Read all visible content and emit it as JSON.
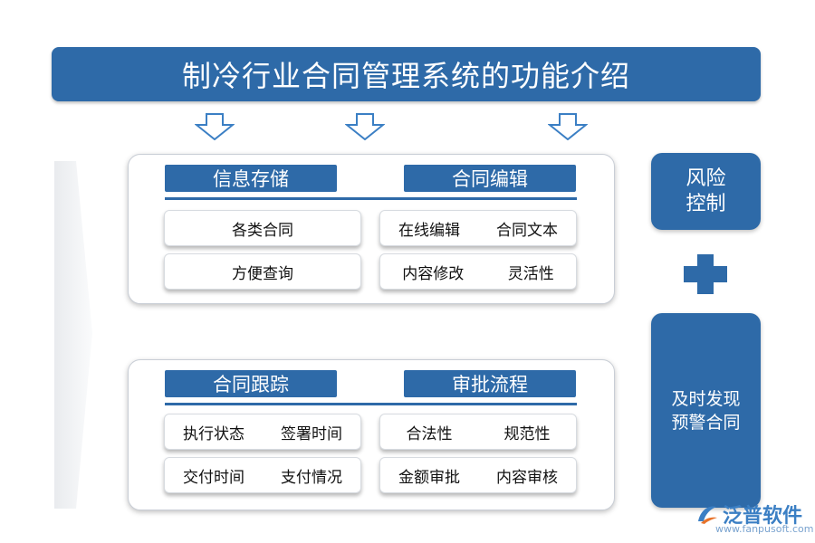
{
  "title": "制冷行业合同管理系统的功能介绍",
  "panel1": {
    "left_header": "信息存储",
    "right_header": "合同编辑",
    "left_cells": [
      [
        "各类合同"
      ],
      [
        "方便查询"
      ]
    ],
    "right_cells": [
      [
        "在线编辑",
        "合同文本"
      ],
      [
        "内容修改",
        "灵活性"
      ]
    ]
  },
  "panel2": {
    "left_header": "合同跟踪",
    "right_header": "审批流程",
    "left_cells": [
      [
        "执行状态",
        "签署时间"
      ],
      [
        "交付时间",
        "支付情况"
      ]
    ],
    "right_cells": [
      [
        "合法性",
        "规范性"
      ],
      [
        "金额审批",
        "内容审核"
      ]
    ]
  },
  "side": {
    "top_box": "风险\n控制",
    "bottom_box": "及时发现\n预警合同"
  },
  "logo": {
    "name": "泛普软件",
    "url": "www.fanpusoft.com"
  },
  "colors": {
    "primary": "#2e6aa8",
    "arrow_outline": "#3b7fc4"
  }
}
